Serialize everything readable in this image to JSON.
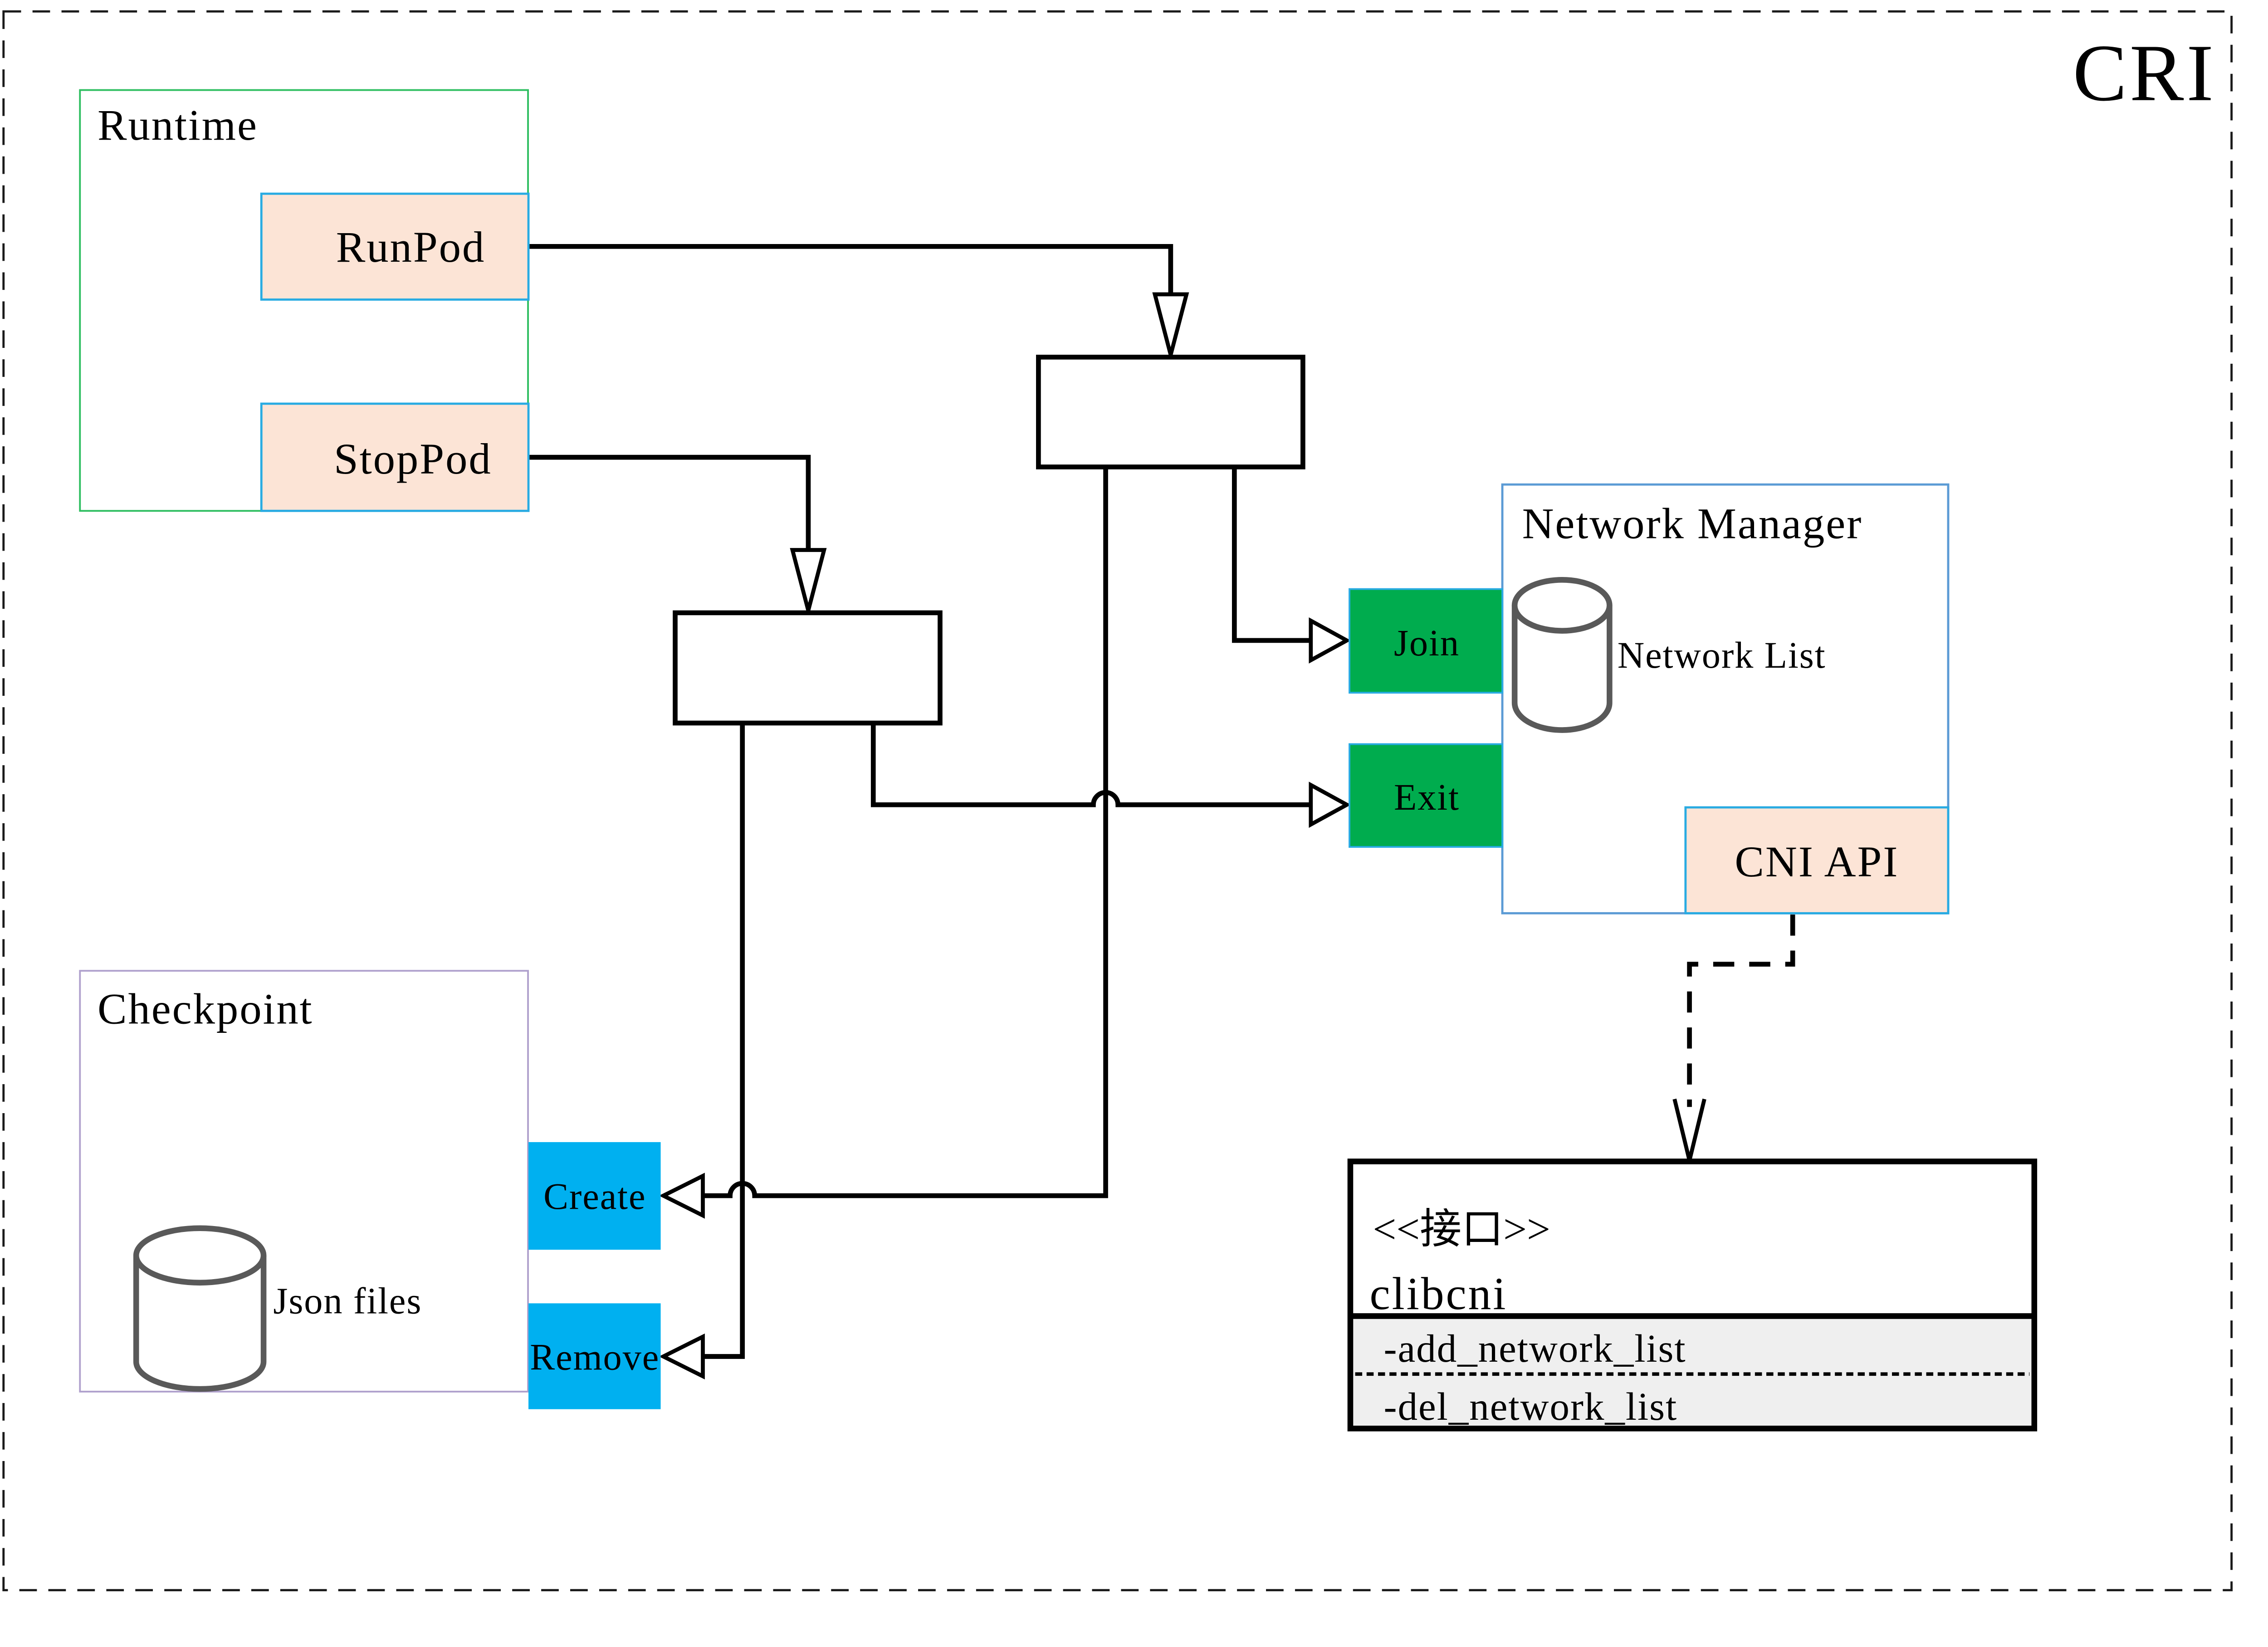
{
  "page": {
    "badge": "CRI",
    "badge_color": "#8E6D12",
    "border_color": "#1A1A1A",
    "background": "#FFFFFF"
  },
  "colors": {
    "peach_fill": "#FCE4D6",
    "cyan_border": "#29ABE2",
    "green_fill": "#00AC4E",
    "blue_fill": "#00B0F0",
    "runtime_border": "#2EBE60",
    "network_manager_border": "#5B9BD5",
    "checkpoint_border": "#B0A1CD",
    "interface_section_fill": "#EFEFEF",
    "cylinder_stroke": "#595959",
    "connector": "#000000"
  },
  "containers": {
    "runtime": {
      "label": "Runtime",
      "buttons": [
        {
          "label": "RunPod"
        },
        {
          "label": "StopPod"
        }
      ]
    },
    "network_manager": {
      "label": "Network Manager",
      "datastore_label": "Network List",
      "ports": [
        {
          "label": "Join"
        },
        {
          "label": "Exit"
        }
      ],
      "api_label": "CNI API"
    },
    "checkpoint": {
      "label": "Checkpoint",
      "datastore_label": "Json files",
      "ops": [
        {
          "label": "Create"
        },
        {
          "label": "Remove"
        }
      ]
    },
    "clibcni": {
      "stereotype": "<<接口>>",
      "name": "clibcni",
      "methods": [
        "-add_network_list",
        "-del_network_list"
      ]
    }
  }
}
